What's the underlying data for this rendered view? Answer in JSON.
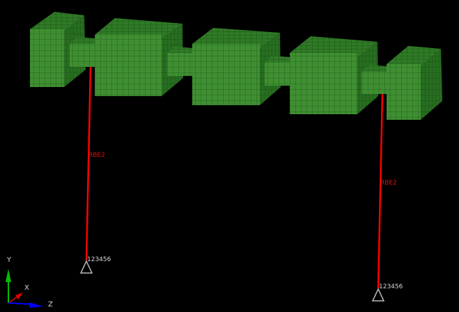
{
  "viewport": {
    "background": "#000000",
    "mesh_color_front": "#3f8f32",
    "mesh_color_top": "#2f7a26",
    "mesh_color_side": "#256b1e",
    "grid_line_color": "#1e5218",
    "rbe_color": "#ff0000",
    "constraint_color": "#b8b8b8"
  },
  "elements": {
    "rbe_left": {
      "label": "RBE2"
    },
    "rbe_right": {
      "label": "RBE2"
    },
    "constraint_left": {
      "dof_label": "123456"
    },
    "constraint_right": {
      "dof_label": "123456"
    }
  },
  "triad": {
    "y_label": "Y",
    "x_label": "X",
    "z_label": "Z",
    "y_color": "#00c000",
    "x_color": "#e00000",
    "z_color": "#0000ff"
  }
}
